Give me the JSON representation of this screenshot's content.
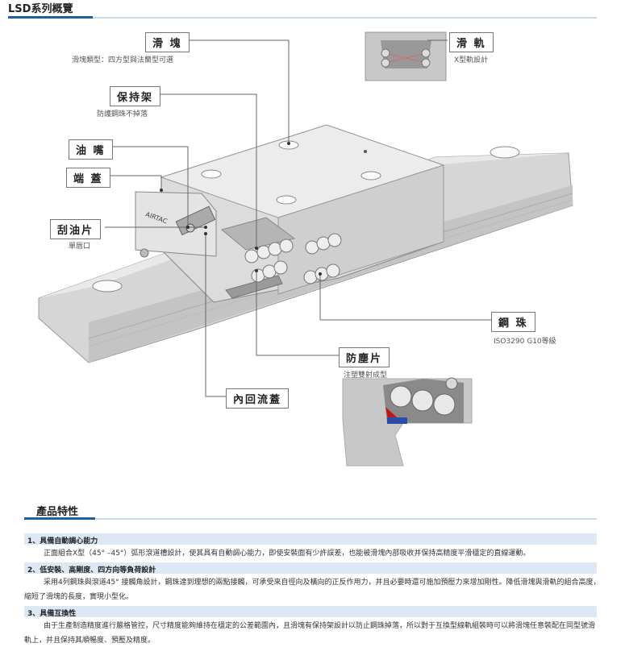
{
  "section_title": "LSD系列概覽",
  "labels": {
    "slider": {
      "name": "滑 塊",
      "desc": "滑塊類型：四方型與法蘭型可選"
    },
    "rail": {
      "name": "滑 軌",
      "desc": "X型軌設計"
    },
    "retainer": {
      "name": "保持架",
      "desc": "防護鋼珠不掉落"
    },
    "grease_nipple": {
      "name": "油 嘴"
    },
    "end_cap": {
      "name": "端 蓋"
    },
    "scraper": {
      "name": "刮油片",
      "desc": "單唇口"
    },
    "steel_ball": {
      "name": "鋼 珠",
      "desc": "ISO3290 G10等級"
    },
    "dust_seal": {
      "name": "防塵片",
      "desc": "注塑雙射成型"
    },
    "inner_return": {
      "name": "內回流蓋"
    }
  },
  "brand_mark": "AIRTAC",
  "features_title": "產品特性",
  "features": [
    {
      "heading": "1、具備自動調心能力",
      "body": "正面組合X型（45° –45°）弧形滾道槽設計，使其具有自動調心能力，即使安裝面有少許誤差，也能被滑塊內部吸收并保持高精度平滑穩定的直線運動。"
    },
    {
      "heading": "2、低安裝、高剛度、四方向等負荷設計",
      "body": "采用4列鋼珠與滾道45° 接觸角設計，鋼珠達到理想的兩點接觸，可承受來自徑向及橫向的正反作用力，并且必要時還可施加預壓力來增加剛性。降低滑塊與滑軌的組合高度，縮短了滑塊的長度，實現小型化。"
    },
    {
      "heading": "3、具備互換性",
      "body": "由于生產制造精度進行嚴格管控，尺寸精度能夠維持在穩定的公差範圍內，且滑塊有保持架設計以防止鋼珠掉落，所以對于互換型線軌組裝時可以將滑塊任意裝配在同型號滑軌上，并且保持其順暢度、預壓及精度。"
    }
  ]
}
